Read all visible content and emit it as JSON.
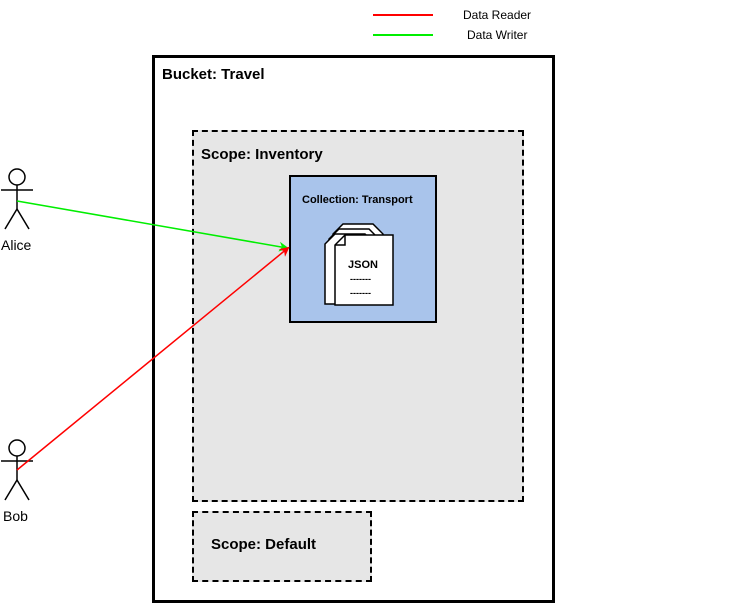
{
  "legend": {
    "items": [
      {
        "label": "Data Reader",
        "color": "#ff0000"
      },
      {
        "label": "Data Writer",
        "color": "#00ee00"
      }
    ]
  },
  "bucket": {
    "title": "Bucket: Travel"
  },
  "scopes": {
    "inventory": {
      "title": "Scope: Inventory",
      "fill": "#e6e6e6"
    },
    "default": {
      "title": "Scope: Default",
      "fill": "#e6e6e6"
    }
  },
  "collection": {
    "title": "Collection: Transport",
    "fill": "#a9c4eb",
    "document": {
      "line1": "JSON",
      "line2": "-------",
      "line3": "-------"
    }
  },
  "actors": [
    {
      "name": "Alice",
      "access": "Data Writer"
    },
    {
      "name": "Bob",
      "access": "Data Reader"
    }
  ],
  "colors": {
    "reader": "#ff0000",
    "writer": "#00ee00",
    "stroke": "#000000"
  }
}
